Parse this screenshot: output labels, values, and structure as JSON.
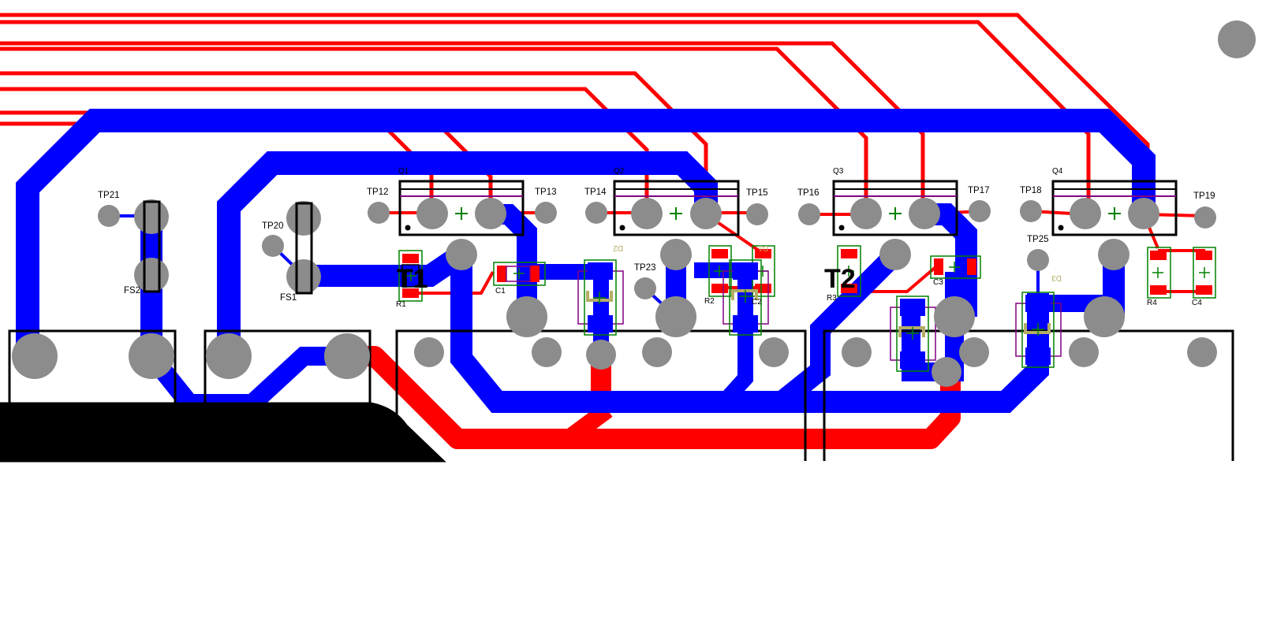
{
  "board": {
    "title": "",
    "colors": {
      "background": "#ffffff",
      "top_copper": "#ff0000",
      "bottom_copper": "#0000ff",
      "pad": "#8c8c8c",
      "silkscreen": "#000000",
      "courtyard": "#008000",
      "fab_outline": "#800080",
      "diode_marking": "#b3ad66"
    }
  },
  "test_points": {
    "tp21": "TP21",
    "tp20": "TP20",
    "tp12": "TP12",
    "tp13": "TP13",
    "tp14": "TP14",
    "tp15": "TP15",
    "tp16": "TP16",
    "tp17": "TP17",
    "tp18": "TP18",
    "tp19": "TP19",
    "tp23": "TP23",
    "tp25": "TP25"
  },
  "components": {
    "q1": "Q1",
    "q2": "Q2",
    "q3": "Q3",
    "q4": "Q4",
    "fs1": "FS1",
    "fs2": "FS2",
    "r1": "R1",
    "r2": "R2",
    "r3": "R3",
    "r4": "R4",
    "c1": "C1",
    "c2": "C2",
    "c3": "C3",
    "c4": "C4",
    "d1": "D1",
    "d2": "D2",
    "d3": "D3",
    "t1": "T1",
    "t2": "T2"
  }
}
